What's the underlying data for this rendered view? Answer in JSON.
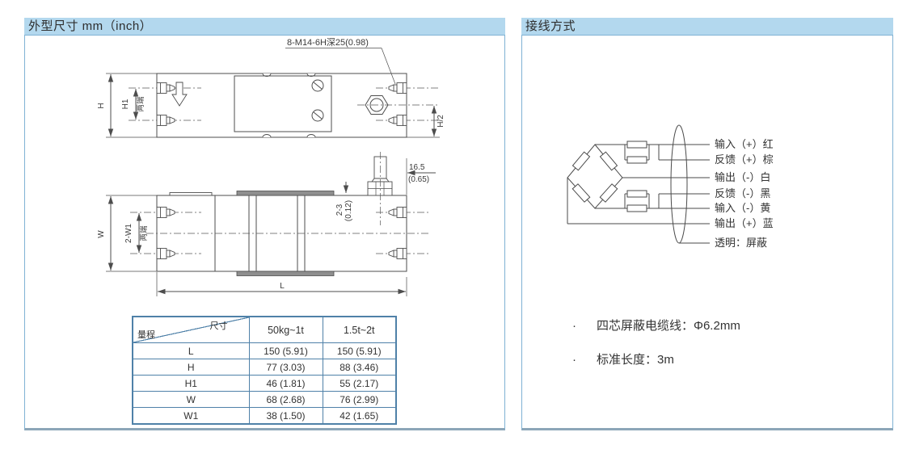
{
  "colors": {
    "header_bg": "#b3d8ee",
    "panel_border": "#7fb2d4",
    "table_border": "#4f81a8",
    "drawing_line": "#4d4d4d",
    "text": "#333333"
  },
  "left_panel": {
    "title": "外型尺寸 mm（inch）",
    "annotation": "8-M14-6H深25(0.98)",
    "dims": {
      "h": "H",
      "h1": "H1",
      "h1_note": "两端",
      "h_half": "H/2",
      "w": "W",
      "w1": "2-W1",
      "w1_note": "两端",
      "l": "L",
      "gland": "16.5",
      "gland_inch": "(0.65)",
      "plate": "2-3",
      "plate_inch": "(0.12)"
    },
    "table": {
      "corner_top": "尺寸",
      "corner_bottom": "量程",
      "columns": [
        "50kg~1t",
        "1.5t~2t"
      ],
      "rows": [
        {
          "label": "L",
          "values": [
            "150 (5.91)",
            "150 (5.91)"
          ]
        },
        {
          "label": "H",
          "values": [
            "77 (3.03)",
            "88 (3.46)"
          ]
        },
        {
          "label": "H1",
          "values": [
            "46 (1.81)",
            "55 (2.17)"
          ]
        },
        {
          "label": "W",
          "values": [
            "68 (2.68)",
            "76 (2.99)"
          ]
        },
        {
          "label": "W1",
          "values": [
            "38 (1.50)",
            "42 (1.65)"
          ]
        }
      ]
    }
  },
  "right_panel": {
    "title": "接线方式",
    "wires": [
      "输入（+）红",
      "反馈（+）棕",
      "输出（-）白",
      "反馈（-）黑",
      "输入（-）黄",
      "输出（+）蓝",
      "透明：屏蔽"
    ],
    "notes": [
      "四芯屏蔽电缆线：Φ6.2mm",
      "标准长度：3m"
    ]
  }
}
